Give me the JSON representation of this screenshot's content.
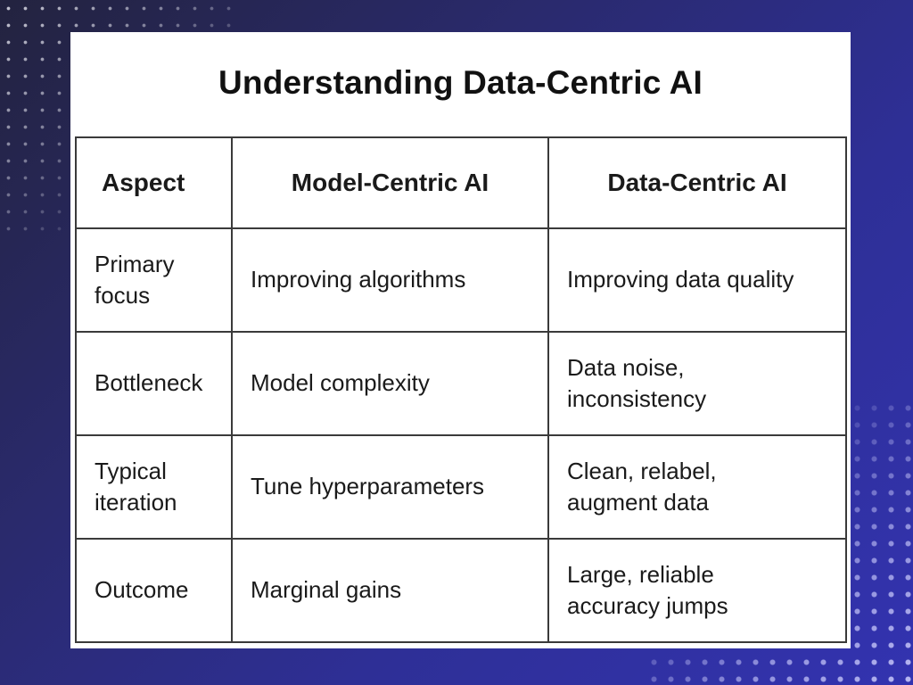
{
  "colors": {
    "background_start": "#23233f",
    "background_end": "#3333b0",
    "card": "#ffffff",
    "text": "#111111",
    "border": "#3a3a3a"
  },
  "title": "Understanding Data-Centric AI",
  "table": {
    "headers": [
      "Aspect",
      "Model-Centric AI",
      "Data-Centric AI"
    ],
    "rows": [
      {
        "aspect": [
          "Primary",
          "focus"
        ],
        "model_centric": [
          "Improving algorithms"
        ],
        "data_centric": [
          "Improving data quality"
        ]
      },
      {
        "aspect": [
          "Bottleneck"
        ],
        "model_centric": [
          "Model complexity"
        ],
        "data_centric": [
          "Data noise,",
          "inconsistency"
        ]
      },
      {
        "aspect": [
          "Typical",
          "iteration"
        ],
        "model_centric": [
          "Tune hyperparameters"
        ],
        "data_centric": [
          "Clean, relabel,",
          "augment data"
        ]
      },
      {
        "aspect": [
          "Outcome"
        ],
        "model_centric": [
          "Marginal gains"
        ],
        "data_centric": [
          "Large, reliable",
          "accuracy jumps"
        ]
      }
    ]
  }
}
